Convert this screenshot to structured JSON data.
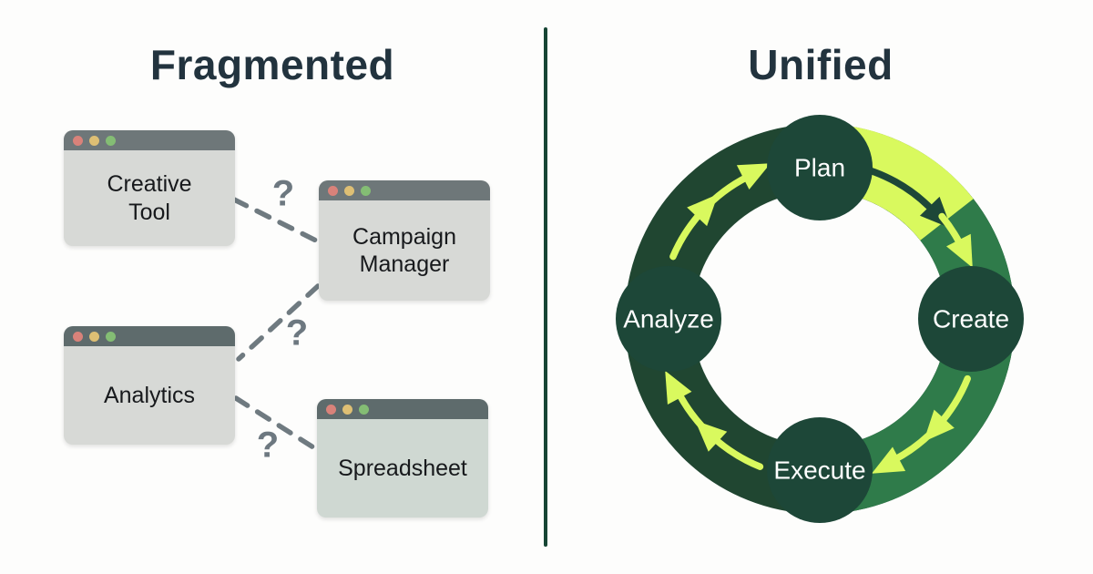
{
  "left_panel": {
    "title": "Fragmented",
    "windows": [
      {
        "id": "creative-tool",
        "label": "Creative Tool"
      },
      {
        "id": "campaign-manager",
        "label": "Campaign Manager"
      },
      {
        "id": "analytics",
        "label": "Analytics"
      },
      {
        "id": "spreadsheet",
        "label": "Spreadsheet"
      }
    ],
    "connectors": [
      {
        "from": "creative-tool",
        "to": "campaign-manager",
        "style": "dashed",
        "annotation": "?"
      },
      {
        "from": "campaign-manager",
        "to": "analytics",
        "style": "dashed",
        "annotation": "?"
      },
      {
        "from": "analytics",
        "to": "spreadsheet",
        "style": "dashed",
        "annotation": "?"
      }
    ],
    "question_mark": "?"
  },
  "right_panel": {
    "title": "Unified",
    "cycle": {
      "flow_direction": "clockwise",
      "nodes": [
        {
          "id": "plan",
          "label": "Plan",
          "position": "top"
        },
        {
          "id": "create",
          "label": "Create",
          "position": "right"
        },
        {
          "id": "execute",
          "label": "Execute",
          "position": "bottom"
        },
        {
          "id": "analyze",
          "label": "Analyze",
          "position": "left"
        }
      ]
    }
  },
  "colors": {
    "background": "#fdfdfc",
    "title_text": "#22333e",
    "divider_green": "#164534",
    "window_titlebar_gray": "#6e7779",
    "window_titlebar_dark": "#5e6b6c",
    "window_body_gray": "#d7d9d6",
    "window_body_greenish": "#cfd8d2",
    "traffic_dot_red": "#d9827a",
    "traffic_dot_yellow": "#debf74",
    "traffic_dot_green": "#84bd74",
    "connector_gray": "#6f7a80",
    "node_dark_green": "#1d4738",
    "ring_dark_green": "#204631",
    "ring_medium_green": "#2f7b4a",
    "accent_lime": "#d9f95e",
    "node_text_white": "#ffffff",
    "window_text": "#17191c"
  }
}
